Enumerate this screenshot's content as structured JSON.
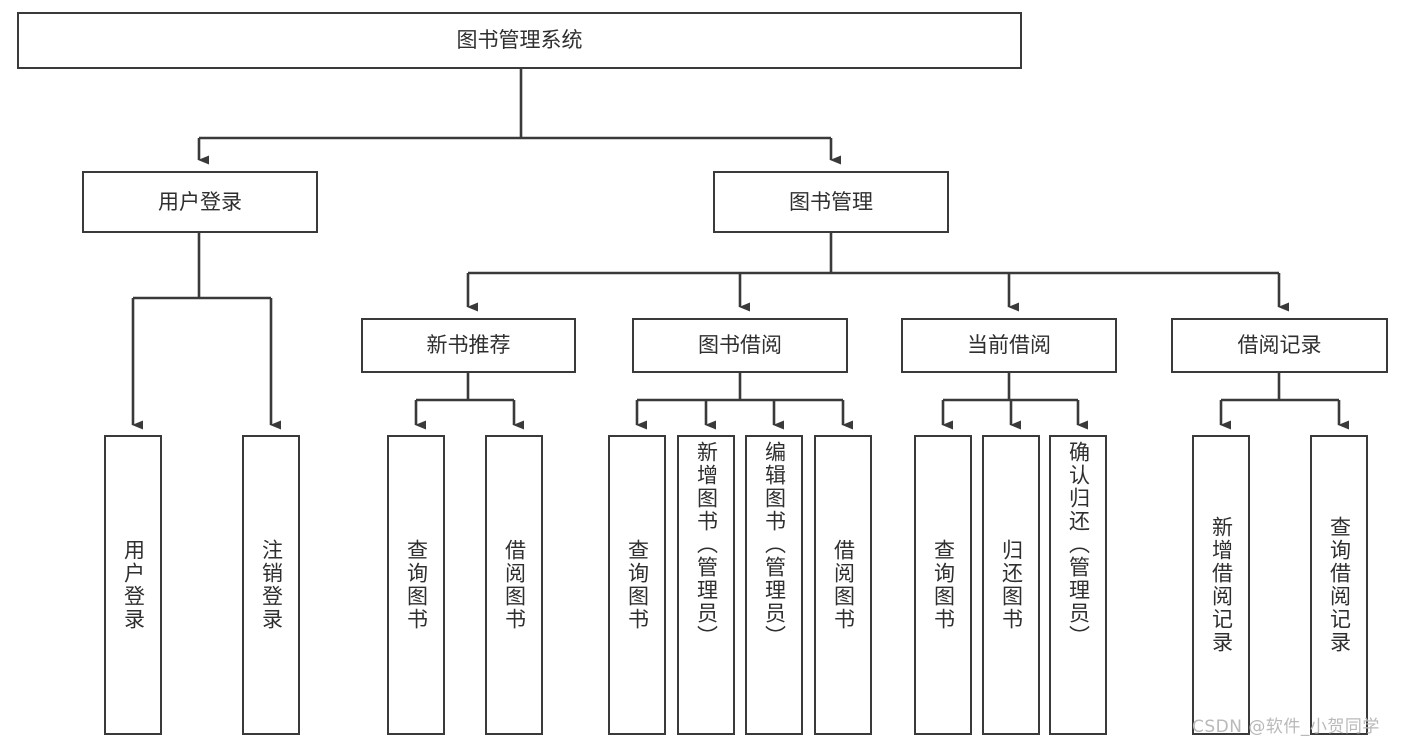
{
  "diagram": {
    "type": "tree-hierarchy-flowchart",
    "title": "图书管理系统",
    "orientation": "top-down",
    "levels": 4,
    "line_color": "#3a3a3a",
    "box_fill": "#ffffff",
    "text_color": "#2f2f2f",
    "root": {
      "id": "root",
      "label": "图书管理系统"
    },
    "level2": [
      {
        "id": "user-login",
        "label": "用户登录"
      },
      {
        "id": "book-management",
        "label": "图书管理"
      }
    ],
    "level3": [
      {
        "id": "new-book-recommend",
        "label": "新书推荐",
        "parent": "book-management"
      },
      {
        "id": "book-borrow",
        "label": "图书借阅",
        "parent": "book-management"
      },
      {
        "id": "current-borrow",
        "label": "当前借阅",
        "parent": "book-management"
      },
      {
        "id": "borrow-record",
        "label": "借阅记录",
        "parent": "book-management"
      }
    ],
    "leaves": {
      "user-login": [
        {
          "id": "leaf-user-login",
          "label": "用户登录"
        },
        {
          "id": "leaf-logout",
          "label": "注销登录"
        }
      ],
      "new-book-recommend": [
        {
          "id": "leaf-query-book-1",
          "label": "查询图书"
        },
        {
          "id": "leaf-borrow-book-1",
          "label": "借阅图书"
        }
      ],
      "book-borrow": [
        {
          "id": "leaf-query-book-2",
          "label": "查询图书"
        },
        {
          "id": "leaf-add-book",
          "label": "新增图书（管理员）"
        },
        {
          "id": "leaf-edit-book",
          "label": "编辑图书（管理员）"
        },
        {
          "id": "leaf-borrow-book-2",
          "label": "借阅图书"
        }
      ],
      "current-borrow": [
        {
          "id": "leaf-query-book-3",
          "label": "查询图书"
        },
        {
          "id": "leaf-return-book",
          "label": "归还图书"
        },
        {
          "id": "leaf-confirm-return",
          "label": "确认归还（管理员）"
        }
      ],
      "borrow-record": [
        {
          "id": "leaf-add-record",
          "label": "新增借阅记录"
        },
        {
          "id": "leaf-query-record",
          "label": "查询借阅记录"
        }
      ]
    }
  },
  "watermark": {
    "text": "CSDN @软件_小贺同学"
  }
}
